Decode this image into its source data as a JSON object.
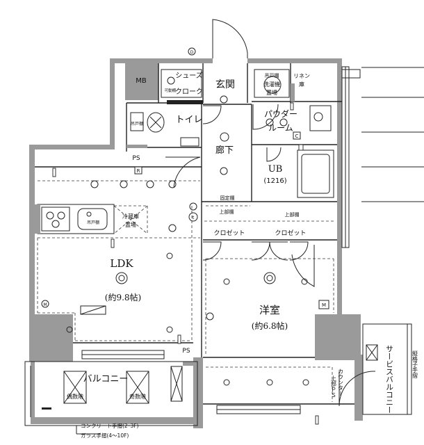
{
  "rooms": {
    "mb": "MB",
    "shoes": "シューズ",
    "cloak": "クローク",
    "shelf": "可動棚",
    "entrance": "玄関",
    "toilet": "トイレ",
    "corridor": "廊下",
    "hanging_shelf": "吊戸棚",
    "washer": "洗濯機",
    "washer_place": "置場",
    "linen": "リネン",
    "linen2": "庫",
    "powder": "パウダー",
    "powder2": "ルーム",
    "ub": "UB",
    "ub_size": "(1216)",
    "fixed_shelf": "固定棚",
    "upper_shelf_1": "上部棚",
    "upper_shelf_2": "上部棚",
    "closet_1": "クロゼット",
    "closet_2": "クロゼット",
    "ldk": "LDK",
    "ldk_size": "(約9.8帖)",
    "western": "洋室",
    "western_size": "(約6.8帖)",
    "fridge_1": "冷蔵庫",
    "fridge_2": "置場",
    "kitchen_hanging": "吊戸棚",
    "balcony": "バルコニー",
    "even_floor": "偶数階",
    "odd_floor": "奇数階",
    "service_balcony": "サービスバルコニー",
    "counter": "カウンター",
    "counter2": "上部ＰＳ",
    "lattice_rail": "縦格子手摺",
    "note_1": "コンクリート手摺(2･3F)",
    "note_2": "ガラス手摺(4～10F)"
  },
  "symbols": {
    "ps_1": "PS",
    "ps_2": "PS",
    "r": "R",
    "m_1": "M",
    "m_2": "M",
    "c": "C",
    "d": "D",
    "t": "t"
  }
}
